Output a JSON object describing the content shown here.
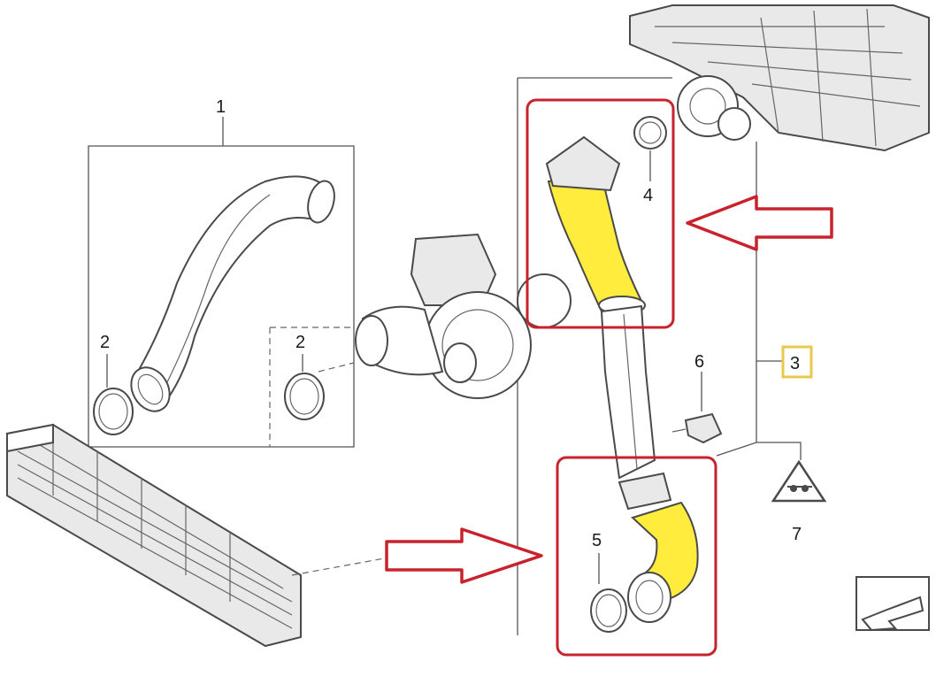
{
  "callouts": {
    "c1": "1",
    "c2a": "2",
    "c2b": "2",
    "c3": "3",
    "c4": "4",
    "c5": "5",
    "c6": "6",
    "c7": "7"
  },
  "colors": {
    "highlight_hose": "#ffec3d",
    "highlight_box": "#c8232c",
    "label_box_3": "#e8c94a"
  },
  "icons": {
    "warning": "warning-triangle-icon",
    "view_direction": "view-direction-arrow-icon"
  }
}
